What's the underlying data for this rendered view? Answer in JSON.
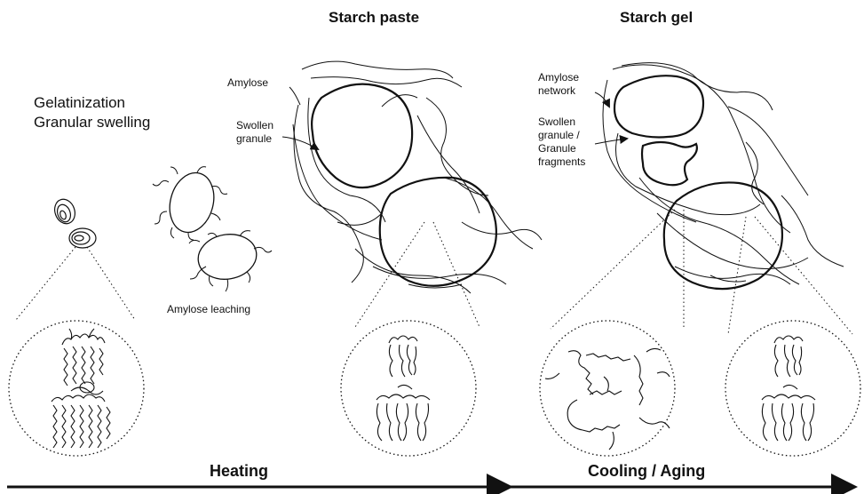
{
  "titles": {
    "starch_paste": "Starch paste",
    "starch_gel": "Starch gel"
  },
  "stage": {
    "gelatinization": "Gelatinization",
    "granular_swelling": "Granular swelling",
    "amylose_leaching": "Amylose leaching"
  },
  "paste_labels": {
    "amylose": "Amylose",
    "swollen": "Swollen",
    "granule": "granule"
  },
  "gel_labels": {
    "amylose": "Amylose",
    "network": "network",
    "swollen": "Swollen",
    "granule_slash": "granule /",
    "granule": "Granule",
    "fragments": "fragments"
  },
  "process": {
    "heating": "Heating",
    "cooling_aging": "Cooling / Aging"
  },
  "colors": {
    "ink": "#111111",
    "background": "#ffffff"
  }
}
